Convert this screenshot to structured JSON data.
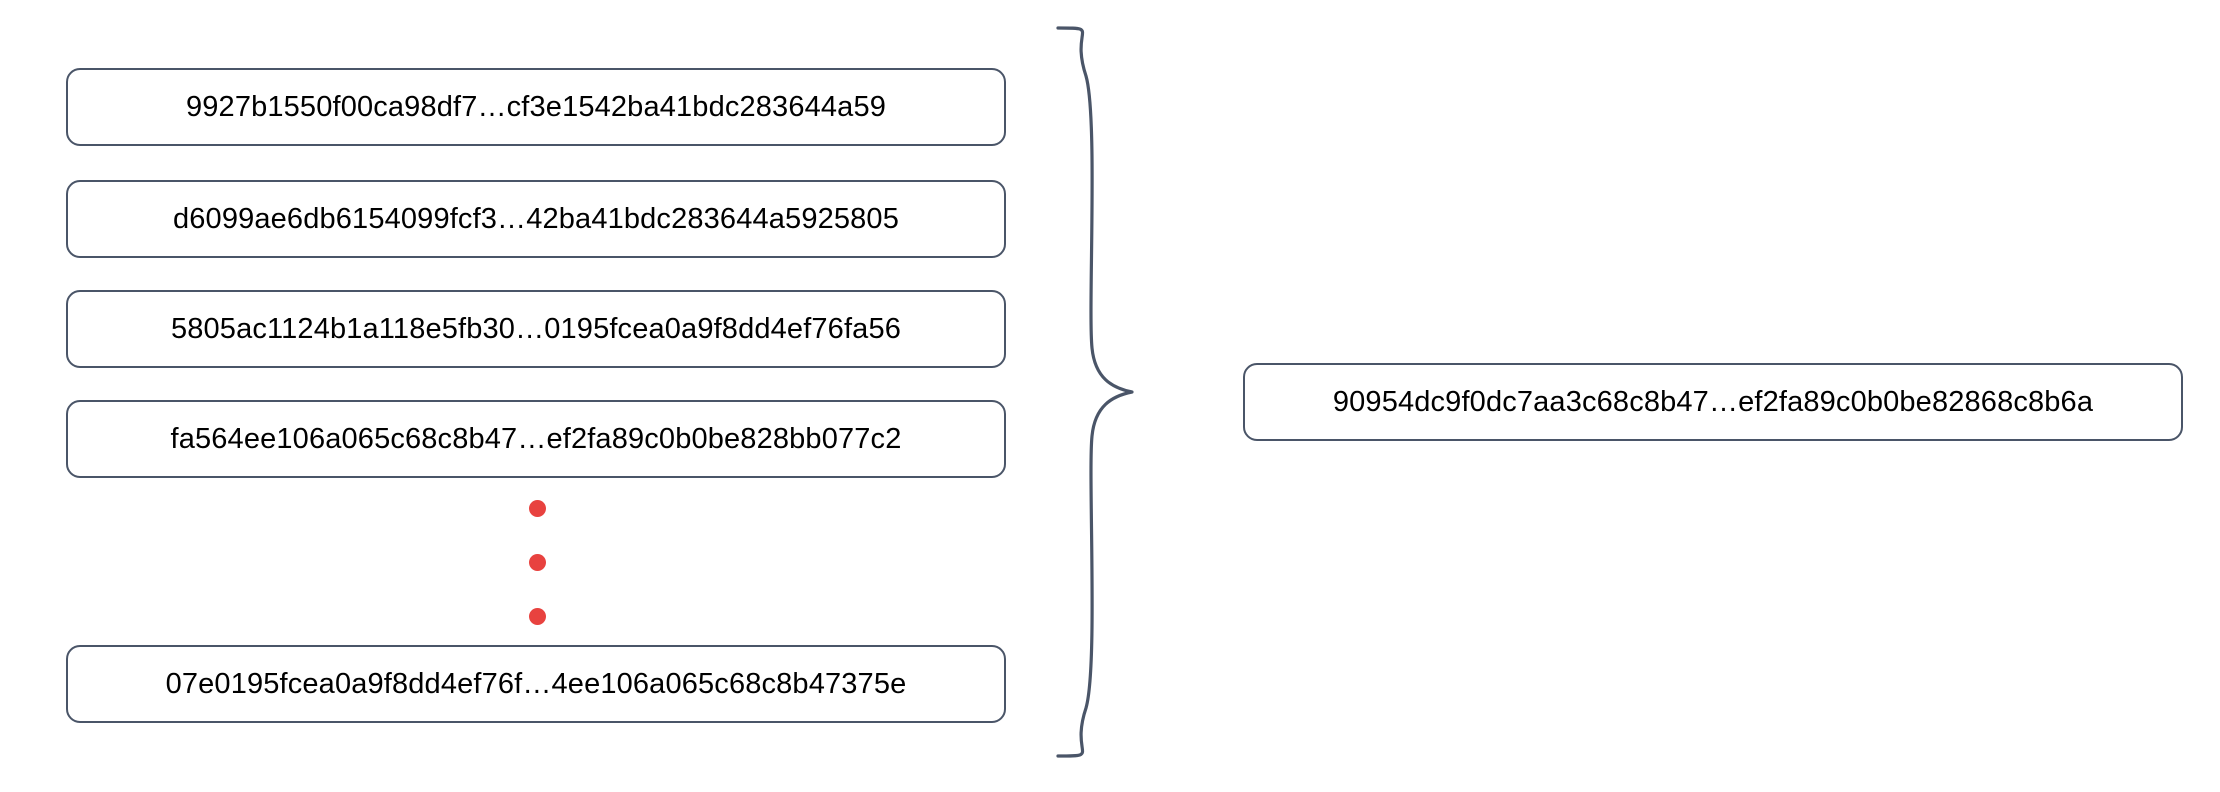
{
  "diagram": {
    "type": "hash-aggregation",
    "accent_color": "#e8423f",
    "box_border_color": "#4a5568",
    "text_color": "#000000",
    "background_color": "#ffffff",
    "input_group": {
      "label": "input-hash-list",
      "items": [
        {
          "id": "leaf-0",
          "text": "9927b1550f00ca98df7…cf3e1542ba41bdc283644a59"
        },
        {
          "id": "leaf-1",
          "text": "d6099ae6db6154099fcf3…42ba41bdc283644a5925805"
        },
        {
          "id": "leaf-2",
          "text": "5805ac1124b1a118e5fb30…0195fcea0a9f8dd4ef76fa56"
        },
        {
          "id": "leaf-3",
          "text": "fa564ee106a065c68c8b47…ef2fa89c0b0be828bb077c2"
        },
        {
          "id": "leaf-4",
          "text": "07e0195fcea0a9f8dd4ef76f…4ee106a065c68c8b47375e"
        }
      ],
      "ellipsis": {
        "name": "vertical-ellipsis",
        "dot_count": 3,
        "color": "#e8423f"
      }
    },
    "grouping_brace": {
      "name": "curly-brace",
      "orientation": "right-pointing",
      "color": "#4a5568"
    },
    "output": {
      "id": "root",
      "text": "90954dc9f0dc7aa3c68c8b47…ef2fa89c0b0be82868c8b6a"
    }
  }
}
